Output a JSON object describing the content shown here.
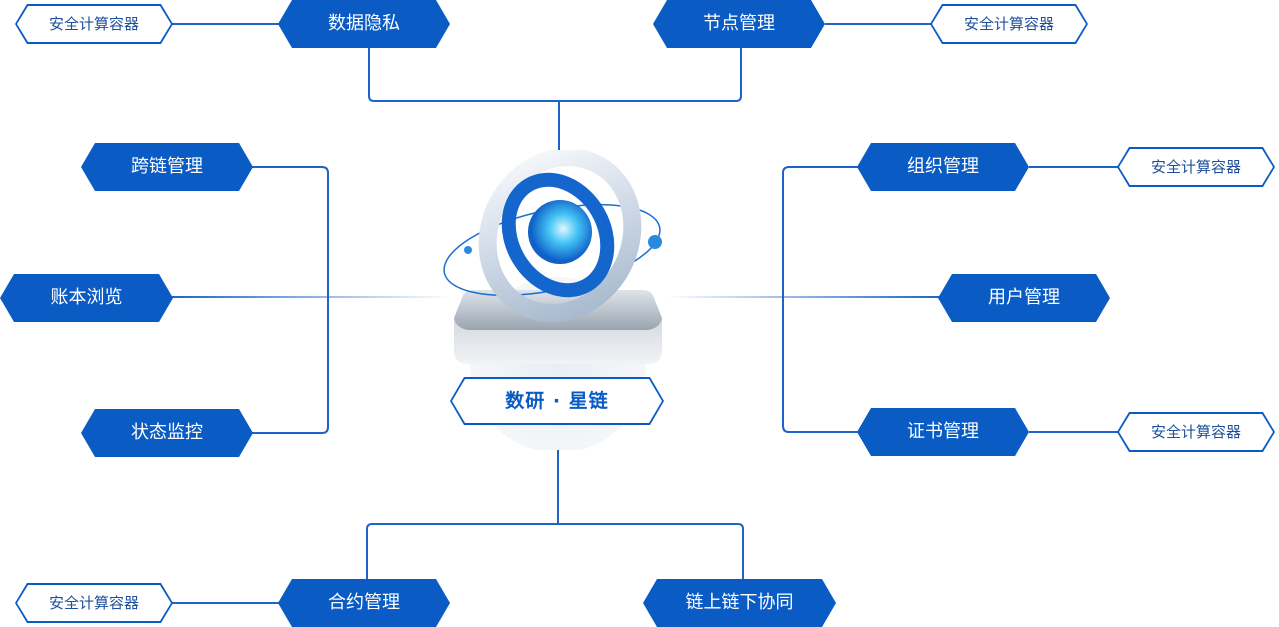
{
  "hub": {
    "label": "数研 · 星链"
  },
  "nodes": {
    "data_privacy": "数据隐私",
    "node_management": "节点管理",
    "cross_chain": "跨链管理",
    "ledger_browse": "账本浏览",
    "status_monitor": "状态监控",
    "org_management": "组织管理",
    "user_management": "用户管理",
    "cert_management": "证书管理",
    "contract_management": "合约管理",
    "onchain_offchain": "链上链下协同"
  },
  "tags": {
    "secure_container": "安全计算容器"
  },
  "colors": {
    "primary": "#0a5cc4",
    "tag_text": "#1f4f99",
    "connector": "#0a5cc4"
  }
}
